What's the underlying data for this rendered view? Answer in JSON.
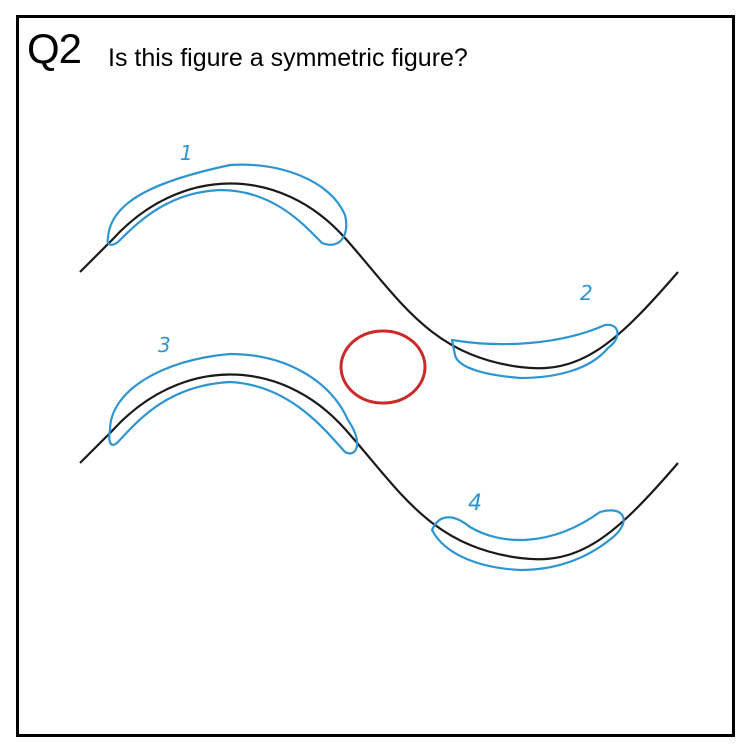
{
  "question": {
    "label": "Q2",
    "text": "Is this figure a symmetric figure?"
  },
  "annotations": {
    "segment_labels": [
      "1",
      "2",
      "3",
      "4"
    ]
  },
  "colors": {
    "curve": "#1a1a1a",
    "highlight": "#2e95d3",
    "center_mark": "#cc2a2a",
    "frame": "#000000"
  }
}
